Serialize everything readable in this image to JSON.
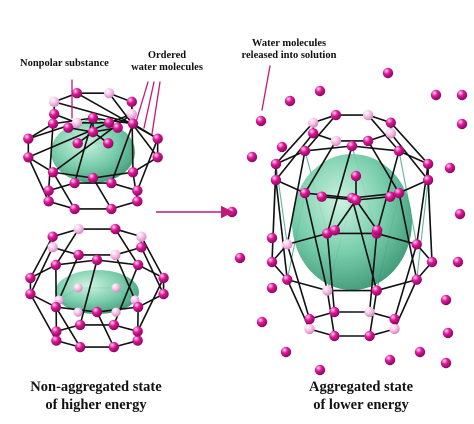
{
  "labels": {
    "nonpolar": "Nonpolar substance",
    "ordered_line1": "Ordered",
    "ordered_line2": "water molecules",
    "released_line1": "Water molecules",
    "released_line2": "released into solution",
    "left_caption_line1": "Non-aggregated state",
    "left_caption_line2": "of higher energy",
    "right_caption_line1": "Aggregated state",
    "right_caption_line2": "of lower energy"
  },
  "colors": {
    "node_dark": "#e0149a",
    "node_light": "#f4b8e2",
    "edge": "#111111",
    "edge_inner": "#5fb79a",
    "blob": "#6cc9a4",
    "pointer": "#c2187a"
  }
}
